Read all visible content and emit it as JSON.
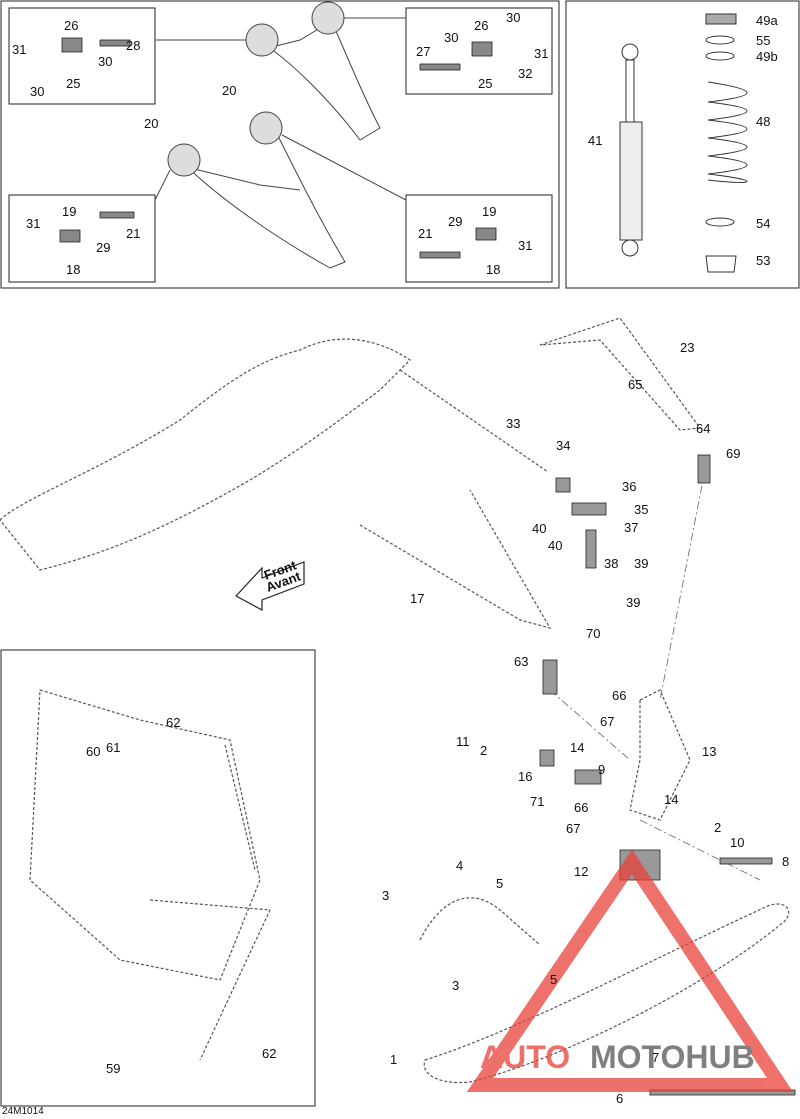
{
  "diagram_code": "24M1014",
  "front_label": [
    "Front",
    "Avant"
  ],
  "watermark": {
    "left": "AUTO",
    "right": "MOTOHUB",
    "color": "#e8413a"
  },
  "labels": {
    "tl_31": "31",
    "tl_26": "26",
    "tl_28": "28",
    "tl_30a": "30",
    "tl_30b": "30",
    "tl_25": "25",
    "tr_26": "26",
    "tr_30a": "30",
    "tr_27": "27",
    "tr_30b": "30",
    "tr_31": "31",
    "tr_32": "32",
    "tr_25": "25",
    "top_20a": "20",
    "top_20b": "20",
    "bl_31": "31",
    "bl_19": "19",
    "bl_21": "21",
    "bl_29": "29",
    "bl_18": "18",
    "br_19": "19",
    "br_29": "29",
    "br_21": "21",
    "br_31": "31",
    "br_18": "18",
    "s_49a": "49a",
    "s_55": "55",
    "s_49b": "49b",
    "s_48": "48",
    "s_41": "41",
    "s_54": "54",
    "s_53": "53",
    "m_23": "23",
    "m_65": "65",
    "m_64": "64",
    "m_69": "69",
    "m_33": "33",
    "m_34": "34",
    "m_36": "36",
    "m_35": "35",
    "m_40a": "40",
    "m_37": "37",
    "m_40b": "40",
    "m_38": "38",
    "m_39a": "39",
    "m_39b": "39",
    "m_17": "17",
    "m_70": "70",
    "m_63": "63",
    "m_66a": "66",
    "m_67a": "67",
    "m_13": "13",
    "m_11": "11",
    "m_2a": "2",
    "m_14a": "14",
    "m_16": "16",
    "m_9": "9",
    "m_71": "71",
    "m_66b": "66",
    "m_67b": "67",
    "m_14b": "14",
    "m_2b": "2",
    "m_10": "10",
    "m_8": "8",
    "m_12": "12",
    "m_4": "4",
    "m_3a": "3",
    "m_5a": "5",
    "m_5b": "5",
    "m_3b": "3",
    "m_1": "1",
    "m_7": "7",
    "m_6": "6",
    "i_62a": "62",
    "i_60": "60",
    "i_61": "61",
    "i_59": "59",
    "i_62b": "62"
  }
}
